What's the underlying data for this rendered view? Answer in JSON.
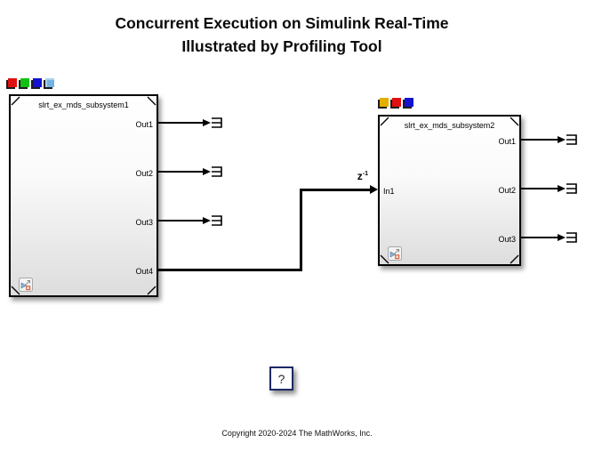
{
  "title": {
    "line1": "Concurrent Execution on Simulink Real-Time",
    "line2": "Illustrated by Profiling Tool"
  },
  "blocks": {
    "subsystem1": {
      "name": "slrt_ex_mds_subsystem1",
      "output_ports": [
        "Out1",
        "Out2",
        "Out3",
        "Out4"
      ],
      "rate_colors": [
        "#e01010",
        "#12c012",
        "#1212d0",
        "#74b2e2"
      ]
    },
    "subsystem2": {
      "name": "slrt_ex_mds_subsystem2",
      "input_ports": [
        "In1"
      ],
      "output_ports": [
        "Out1",
        "Out2",
        "Out3"
      ],
      "rate_colors": [
        "#e2ae00",
        "#e01010",
        "#1212d0"
      ]
    }
  },
  "signal": {
    "delay_label_base": "z",
    "delay_label_exponent": "-1"
  },
  "icons": {
    "terminator": "terminator-block-icon",
    "badge": "open-subsystem-badge",
    "arrow": "signal-arrowhead"
  },
  "colors": {
    "block_border": "#000000",
    "block_fill_bottom": "#dddddd",
    "help_border": "#1e2a66",
    "line": "#000000"
  },
  "help": {
    "label": "?"
  },
  "footer": {
    "copyright": "Copyright 2020-2024 The MathWorks, Inc."
  }
}
